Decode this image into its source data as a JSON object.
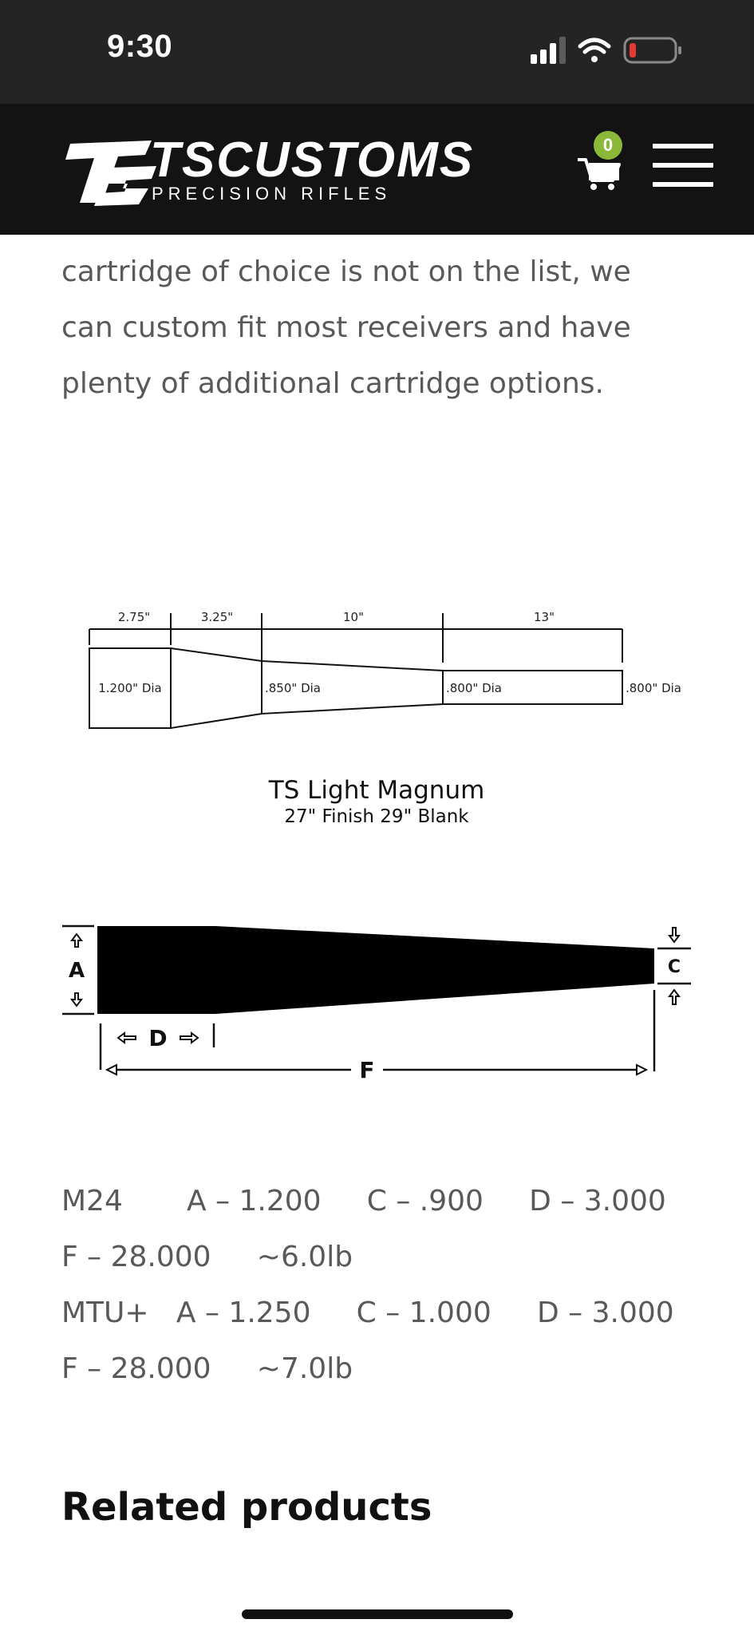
{
  "status_bar": {
    "time": "9:30",
    "icons": [
      "signal-icon",
      "wifi-icon",
      "battery-icon"
    ],
    "battery_color": "#e53935"
  },
  "header": {
    "logo_main": "TSCUSTOMS",
    "logo_sub": "PRECISION RIFLES",
    "cart_count": "0",
    "badge_color": "#8cb83a",
    "icons": [
      "cart-icon",
      "hamburger-menu-icon"
    ]
  },
  "intro": {
    "lines": [
      "cartridge of choice is not on the list, we",
      "can custom fit most receivers and have",
      "plenty of additional cartridge options."
    ]
  },
  "diagram_profile": {
    "segment_lengths": [
      "2.75\"",
      "3.25\"",
      "10\"",
      "13\""
    ],
    "diameters": [
      "1.200\" Dia",
      ".850\" Dia",
      ".800\" Dia",
      ".800\" Dia"
    ],
    "title": "TS Light Magnum",
    "subtitle": "27\" Finish 29\" Blank"
  },
  "diagram_taper": {
    "labels": {
      "a": "A",
      "c": "C",
      "d": "D",
      "f": "F"
    }
  },
  "specs": [
    {
      "line1": "M24       A – 1.200     C – .900     D – 3.000",
      "line2": "F – 28.000     ~6.0lb"
    },
    {
      "line1": "MTU+   A – 1.250     C – 1.000     D – 3.000",
      "line2": "F – 28.000     ~7.0lb"
    }
  ],
  "related": {
    "title": "Related products"
  }
}
